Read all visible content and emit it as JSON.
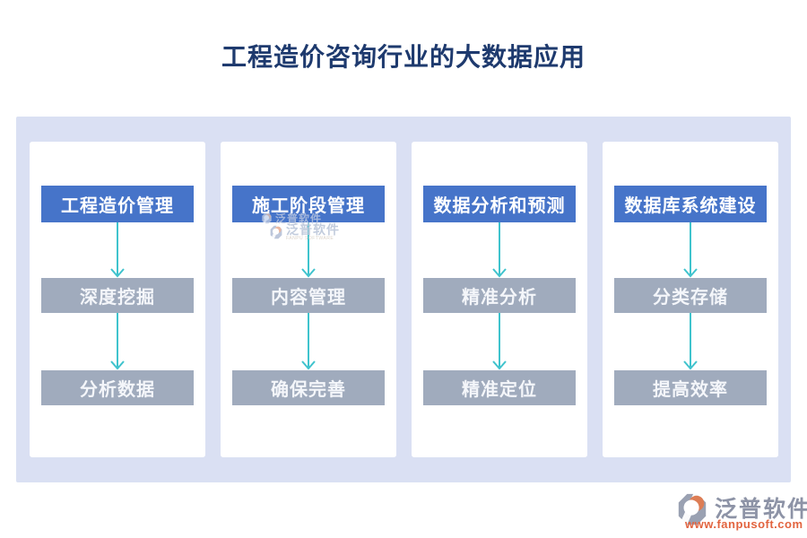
{
  "title": "工程造价咨询行业的大数据应用",
  "columns": [
    {
      "header": "工程造价管理",
      "step1": "深度挖掘",
      "step2": "分析数据"
    },
    {
      "header": "施工阶段管理",
      "step1": "内容管理",
      "step2": "确保完善"
    },
    {
      "header": "数据分析和预测",
      "step1": "精准分析",
      "step2": "精准定位"
    },
    {
      "header": "数据库系统建设",
      "step1": "分类存储",
      "step2": "提高效率"
    }
  ],
  "watermark": {
    "name": "泛普软件",
    "caption": "FANPU SOFTWARE"
  },
  "logo": {
    "name": "泛普软件",
    "url": "www.fanpusoft.com"
  },
  "colors": {
    "title_navy": "#1e3a6e",
    "header_blue": "#4674c9",
    "step_gray": "#a0abbd",
    "arrow_cyan": "#3fc3cd",
    "board_lavender": "#dae0f3",
    "logo_gray": "#8d93a6",
    "logo_orange": "#e2643f"
  }
}
